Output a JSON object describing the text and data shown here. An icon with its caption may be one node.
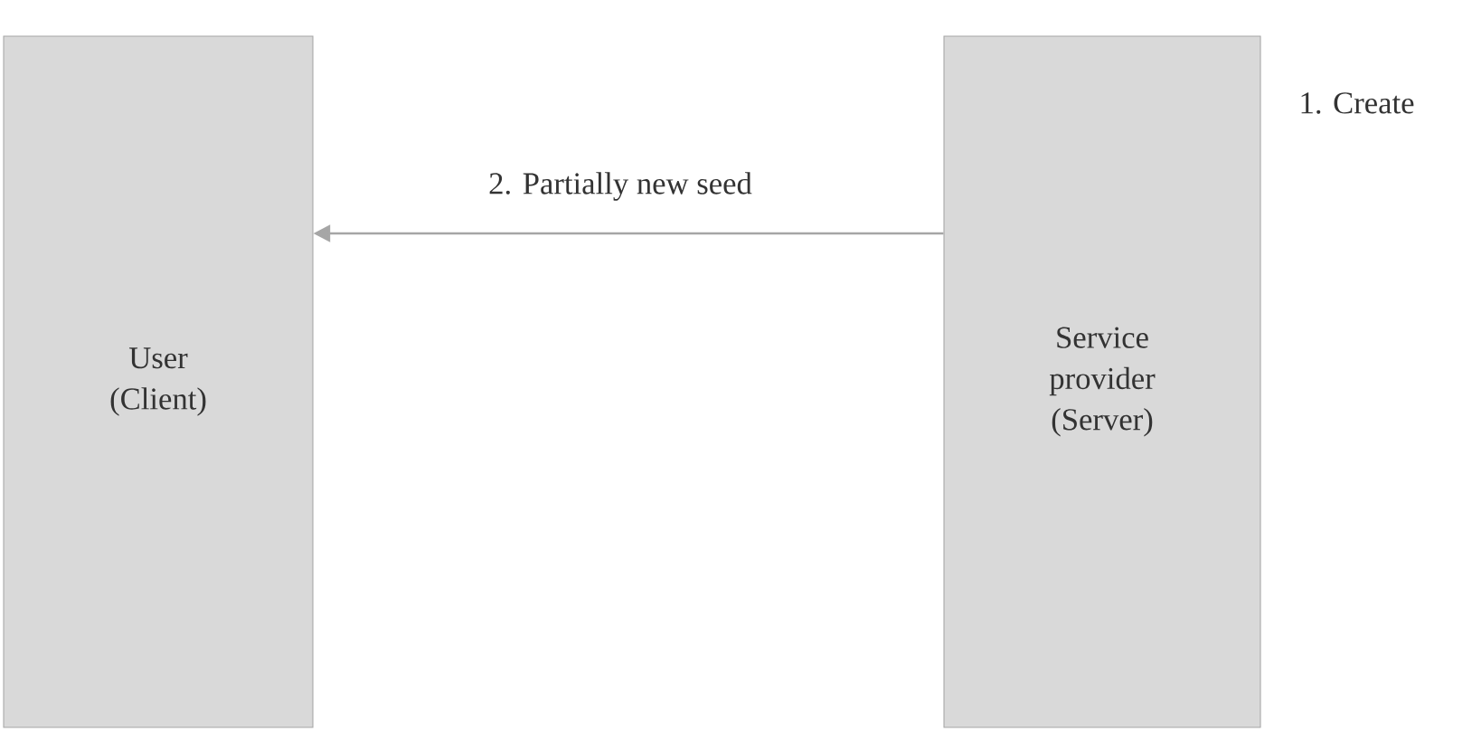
{
  "diagram": {
    "nodes": [
      {
        "text": [
          "User (Client)"
        ]
      },
      {
        "text": [
          "Service provider (Server)"
        ]
      }
    ],
    "edges": [
      {
        "from": 1,
        "to": 0,
        "arrow": "to",
        "label": "2. Partially  new seed"
      }
    ],
    "labels": [
      "1. Create"
    ]
  }
}
